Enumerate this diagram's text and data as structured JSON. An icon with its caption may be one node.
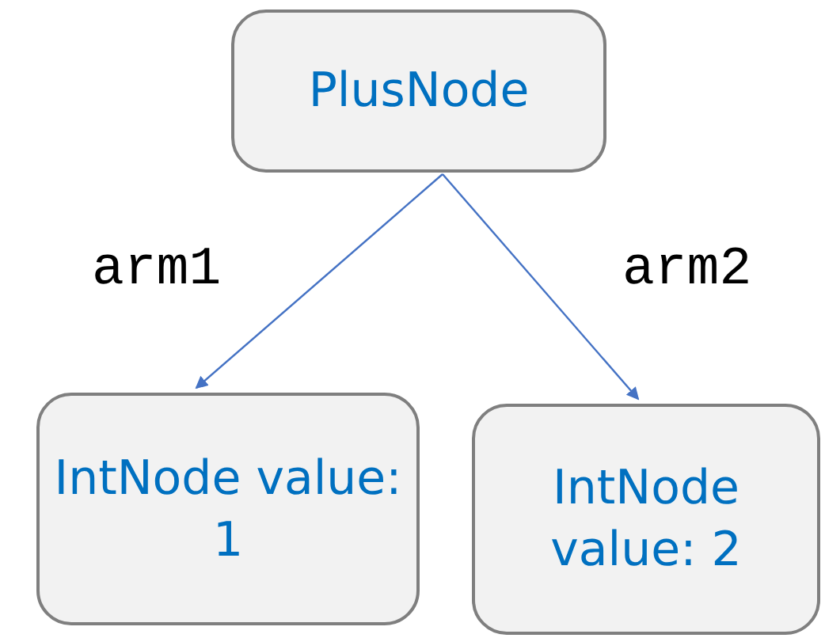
{
  "diagram": {
    "nodes": [
      {
        "text": [
          "PlusNode"
        ]
      },
      {
        "text": [
          "IntNode value: 1"
        ]
      },
      {
        "text": [
          "IntNode value: 2"
        ]
      }
    ],
    "edges": [
      {
        "from": 0,
        "to": 1,
        "arrow": "to",
        "label": "arm1"
      },
      {
        "from": 0,
        "to": 2,
        "arrow": "to",
        "label": "arm2"
      }
    ]
  }
}
